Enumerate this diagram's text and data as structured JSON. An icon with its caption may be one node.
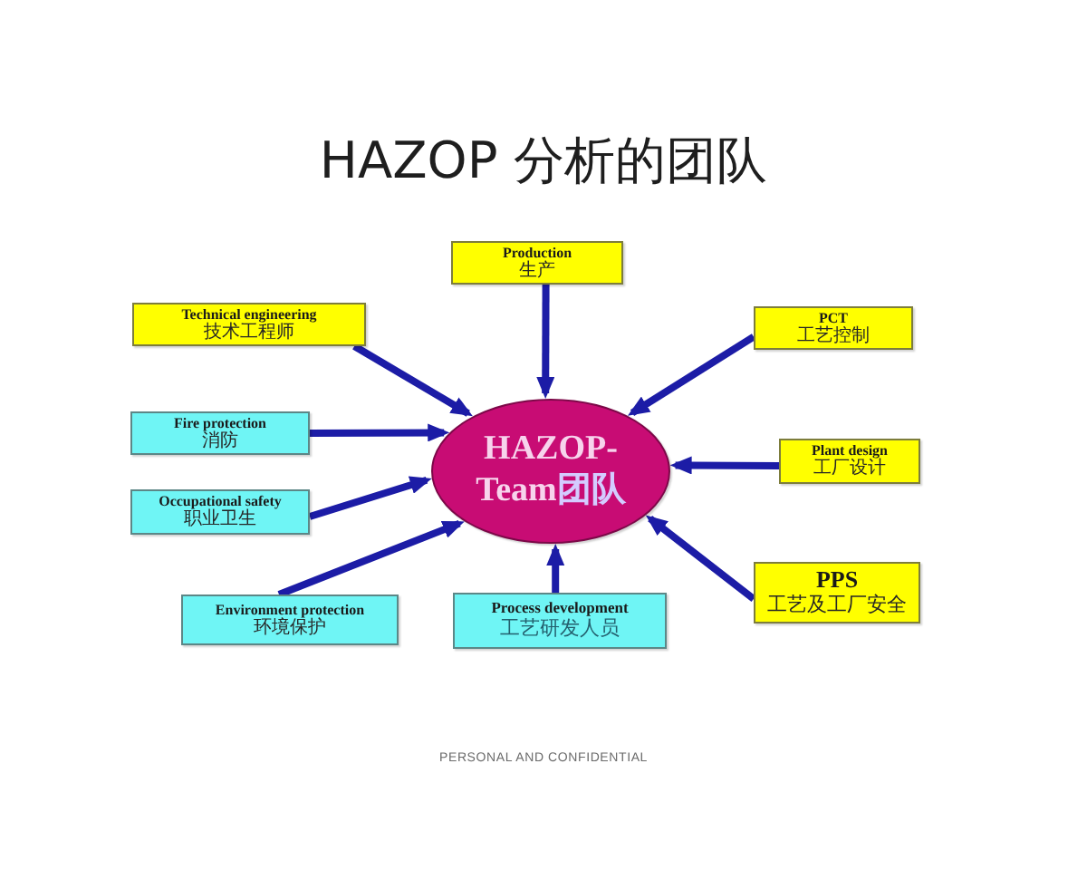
{
  "diagram": {
    "title": "HAZOP 分析的团队",
    "nodes": [
      {
        "text": [
          "Production",
          "生产"
        ]
      },
      {
        "text": [
          "Technical engineering",
          "技术工程师"
        ]
      },
      {
        "text": [
          "PCT",
          "工艺控制"
        ]
      },
      {
        "text": [
          "Fire protection",
          "消防"
        ]
      },
      {
        "text": [
          "HAZOP- Team团队"
        ]
      },
      {
        "text": [
          "Plant design",
          "工厂设计"
        ]
      },
      {
        "text": [
          "Occupational safety",
          "职业卫生"
        ]
      },
      {
        "text": [
          "PPS",
          "工艺及工厂安全"
        ]
      },
      {
        "text": [
          "Environment protection",
          "环境保护"
        ]
      },
      {
        "text": [
          "Process development",
          "工艺研发人员"
        ]
      }
    ],
    "edges": [
      {
        "from": 0,
        "to": 4,
        "arrow": "to"
      },
      {
        "from": 1,
        "to": 4,
        "arrow": "to"
      },
      {
        "from": 2,
        "to": 4,
        "arrow": "to"
      },
      {
        "from": 3,
        "to": 4,
        "arrow": "to"
      },
      {
        "from": 5,
        "to": 4,
        "arrow": "to"
      },
      {
        "from": 6,
        "to": 4,
        "arrow": "to"
      },
      {
        "from": 7,
        "to": 4,
        "arrow": "to"
      },
      {
        "from": 8,
        "to": 4,
        "arrow": "to"
      },
      {
        "from": 9,
        "to": 4,
        "arrow": "to"
      }
    ],
    "labels": [
      "PERSONAL AND CONFIDENTIAL"
    ]
  }
}
